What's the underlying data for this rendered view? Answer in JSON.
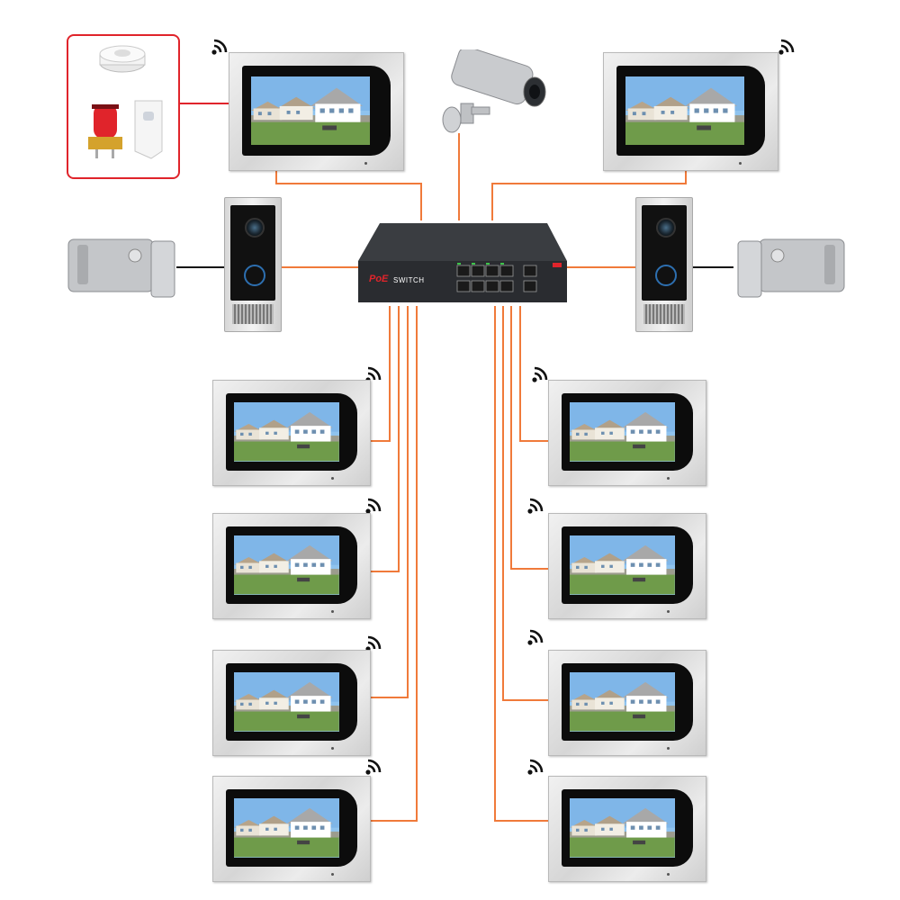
{
  "switch": {
    "brand": "PoE",
    "label": "SWITCH"
  },
  "colors": {
    "cable": "#f07a3a",
    "alarm_frame": "#e0242b",
    "wire": "#111111"
  },
  "icons": [
    "wifi-icon",
    "smoke-detector-icon",
    "alarm-siren-icon",
    "pir-sensor-icon",
    "cctv-camera-icon",
    "electric-lock-icon",
    "door-station-icon",
    "poe-switch-icon"
  ],
  "devices": {
    "top_monitors": 2,
    "bottom_monitors": 8,
    "door_stations": 2,
    "electric_locks": 2,
    "cameras": 1,
    "alarm_sensors": 3
  }
}
